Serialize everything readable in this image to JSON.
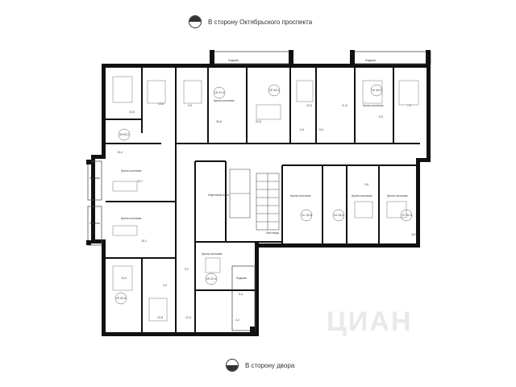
{
  "orientation": {
    "top_label": "В сторону Октябрьского проспекта",
    "bottom_label": "В сторону двора"
  },
  "labels": {
    "kitchen_living": "Кухня-гостиная",
    "loggia": "Лоджия",
    "stair_hall": "Лестница",
    "elevator_hall": "Лифтовой холл"
  },
  "areas": {
    "a1": "14,5",
    "a2": "10,8",
    "a3": "9,5",
    "a4": "26,6",
    "a5": "20,6",
    "a6": "12,0",
    "a7": "15,4",
    "a8": "9,0",
    "a9": "7,9",
    "a10": "19,7",
    "a11": "13,8",
    "a12": "16,5",
    "a13": "11,8",
    "a14": "12,4",
    "a15": "10,3",
    "a16": "5,2",
    "a17": "4,0",
    "a18": "3,8",
    "a19": "4,2",
    "a20": "6,0",
    "a21": "2,6",
    "a22": "5,0",
    "a23": "15,1",
    "a24": "33,4",
    "a25": "40,8",
    "a26": "22,3",
    "a27": "52,4",
    "a28": "42,5",
    "a29": "3,8"
  },
  "units": {
    "u1": "1К\n40,9",
    "u2": "2Е\n49,4",
    "u3": "1К\n47,4",
    "u4": "3К\n83,0",
    "u5": "1С\n25,6",
    "u6": "1К\n26,6",
    "u7": "1С\n30,4",
    "u8": "2Е\n62,4",
    "u9": "2К\n62,6"
  },
  "watermark": "ЦИАН",
  "colors": {
    "wall": "#111111",
    "line": "#555555"
  }
}
